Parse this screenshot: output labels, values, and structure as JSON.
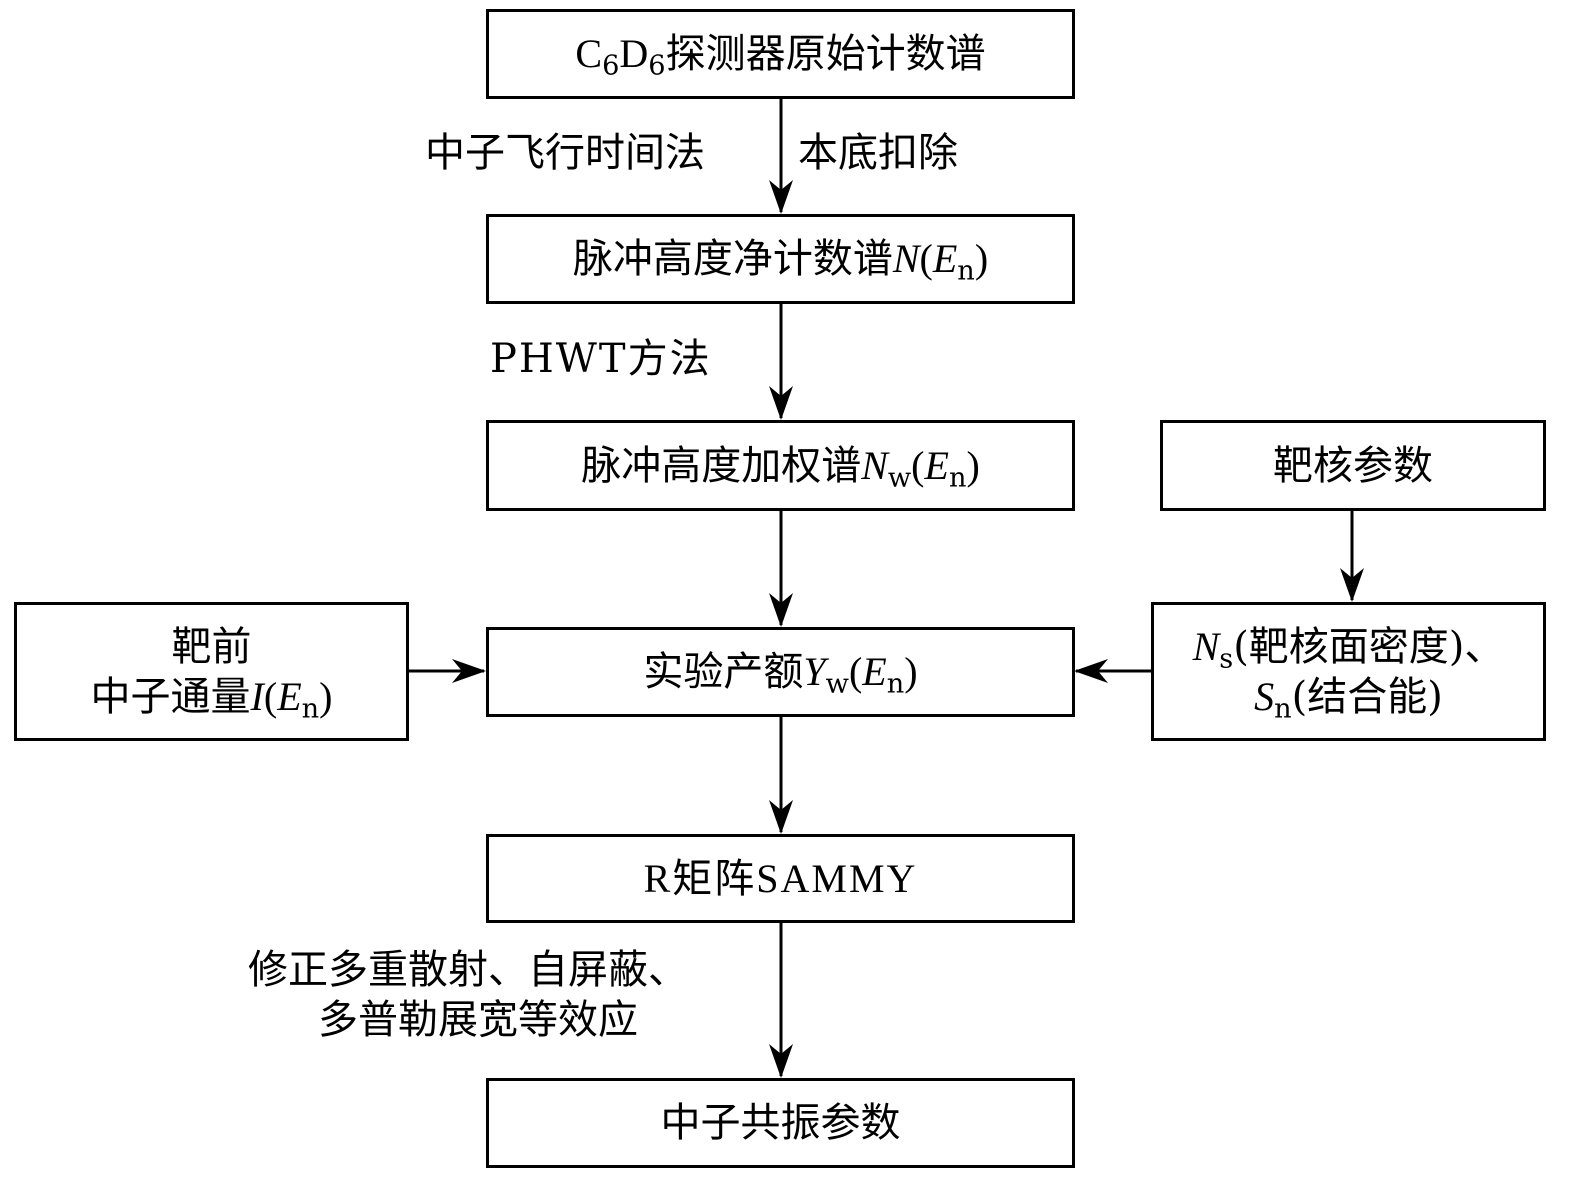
{
  "diagram": {
    "nodes": {
      "raw_spectrum": {
        "text": "探测器原始计数谱",
        "prefix": [
          "C",
          "6",
          "D",
          "6"
        ]
      },
      "net_spectrum": {
        "text": "脉冲高度净计数谱",
        "symbol": "N",
        "arg": "E",
        "arg_sub": "n"
      },
      "weighted_spectrum": {
        "text": "脉冲高度加权谱",
        "symbol": "N",
        "symbol_sub": "w",
        "arg": "E",
        "arg_sub": "n"
      },
      "target_params": {
        "text": "靶核参数"
      },
      "neutron_flux": {
        "line1": "靶前",
        "line2": "中子通量",
        "symbol": "I",
        "arg": "E",
        "arg_sub": "n"
      },
      "yield": {
        "text": "实验产额",
        "symbol": "Y",
        "symbol_sub": "w",
        "arg": "E",
        "arg_sub": "n"
      },
      "target_density": {
        "line1_symbol": "N",
        "line1_sub": "s",
        "line1_text": "(靶核面密度)、",
        "line2_symbol": "S",
        "line2_sub": "n",
        "line2_text": "(结合能)"
      },
      "sammy": {
        "text": "R矩阵SAMMY"
      },
      "resonance_params": {
        "text": "中子共振参数"
      }
    },
    "edge_labels": {
      "tof_left": "中子飞行时间法",
      "bg_right": "本底扣除",
      "phwt": "PHWT方法",
      "corrections_line1": "修正多重散射、自屏蔽、",
      "corrections_line2": "多普勒展宽等效应"
    },
    "edges": [
      {
        "from": "raw_spectrum",
        "to": "net_spectrum"
      },
      {
        "from": "net_spectrum",
        "to": "weighted_spectrum"
      },
      {
        "from": "weighted_spectrum",
        "to": "yield"
      },
      {
        "from": "target_params",
        "to": "target_density"
      },
      {
        "from": "neutron_flux",
        "to": "yield"
      },
      {
        "from": "target_density",
        "to": "yield"
      },
      {
        "from": "yield",
        "to": "sammy"
      },
      {
        "from": "sammy",
        "to": "resonance_params"
      }
    ]
  }
}
